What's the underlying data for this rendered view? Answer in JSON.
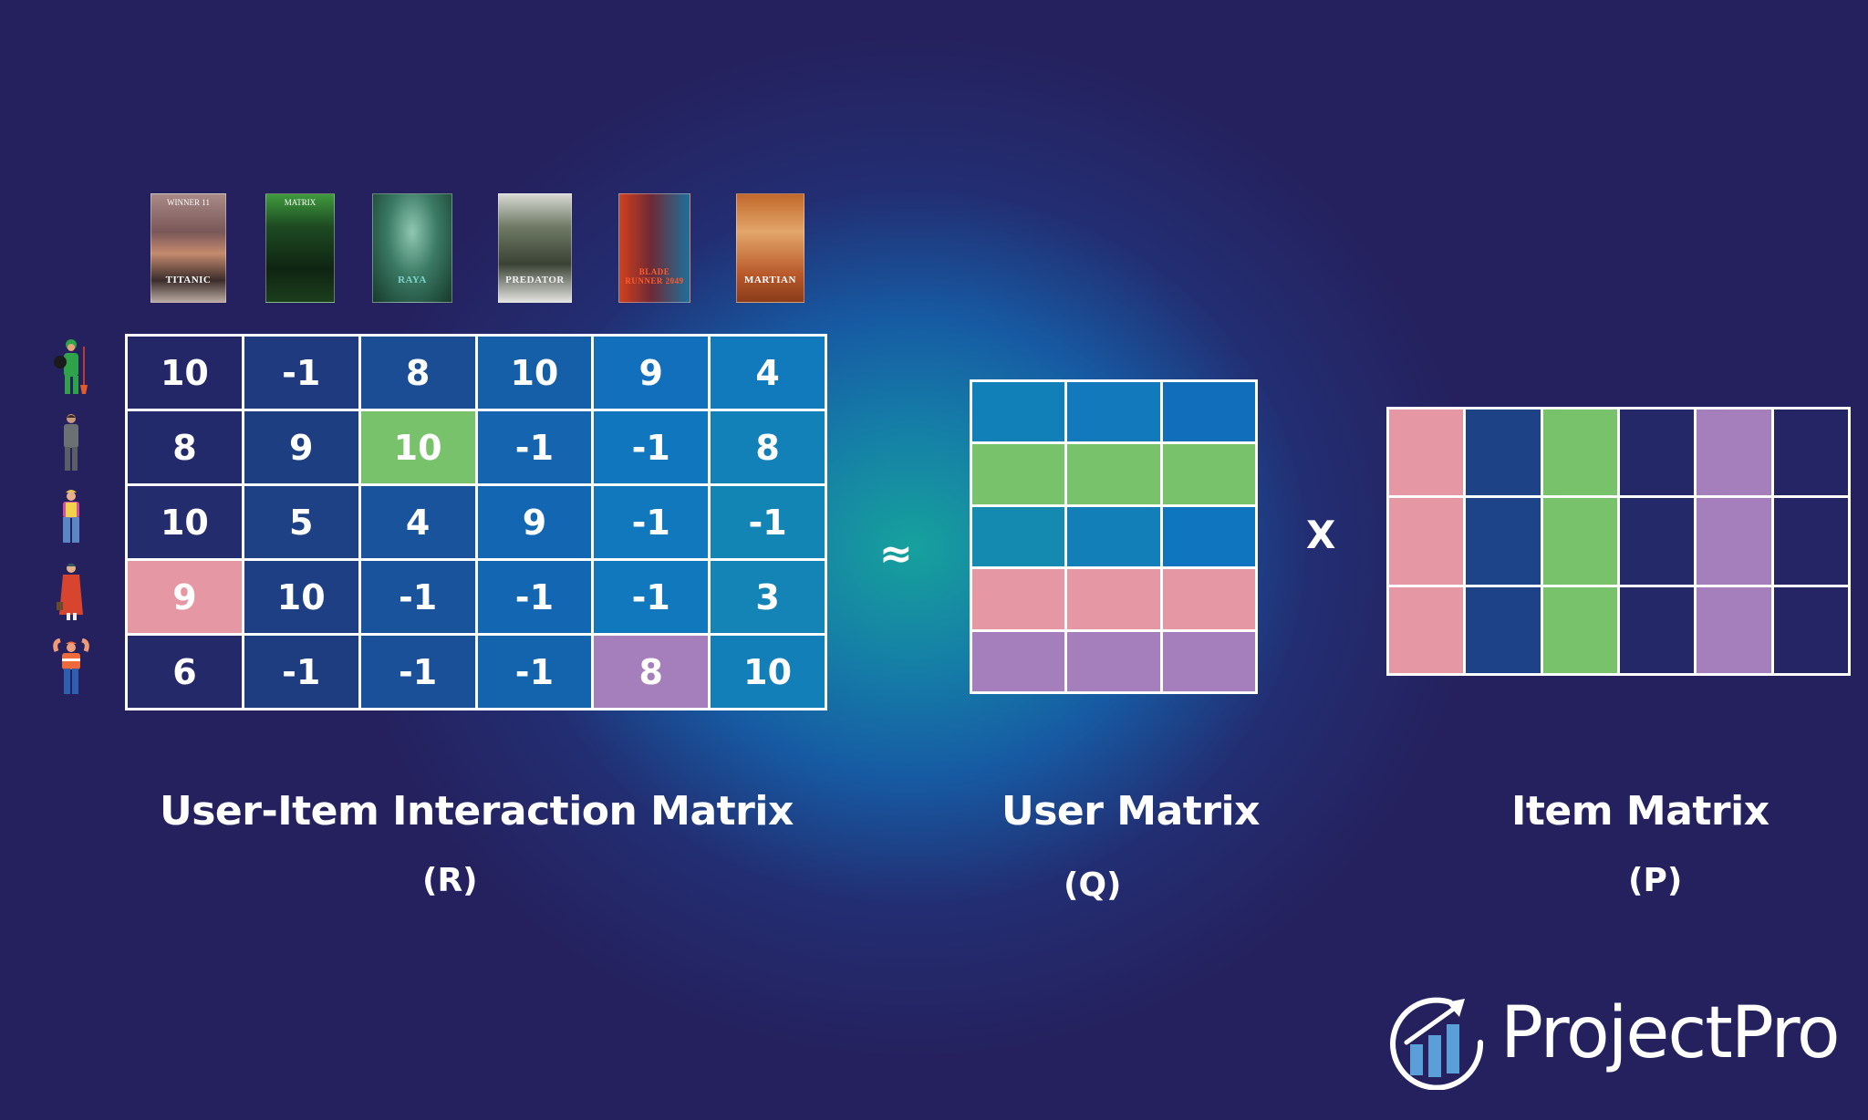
{
  "colors": {
    "background_dark": "#25215f",
    "background_glow": "#16a8a0",
    "grid_line": "#ffffff",
    "highlight_green": "#78c26b",
    "highlight_pink": "#e597a3",
    "highlight_purple": "#a47fbb",
    "logo_bars": "#5b9fd8"
  },
  "movies": [
    {
      "title": "TITANIC",
      "top_text": "WINNER 11",
      "colors": [
        "#6a4d52",
        "#c49178"
      ]
    },
    {
      "title": "MATRIX",
      "top_text": "MATRIX",
      "colors": [
        "#1f5b24",
        "#3fa03c"
      ]
    },
    {
      "title": "RAYA",
      "top_text": "",
      "colors": [
        "#1e4d3a",
        "#5fa08c"
      ]
    },
    {
      "title": "PREDATOR",
      "top_text": "",
      "colors": [
        "#54604e",
        "#c9c9c2"
      ]
    },
    {
      "title": "BLADE RUNNER 2049",
      "top_text": "",
      "colors": [
        "#c6321e",
        "#2a7ca6"
      ]
    },
    {
      "title": "MARTIAN",
      "top_text": "",
      "colors": [
        "#b85a24",
        "#e4a064"
      ]
    }
  ],
  "users": [
    {
      "name": "gardener",
      "color": "#2fa34a"
    },
    {
      "name": "businessman",
      "color": "#6c6f73"
    },
    {
      "name": "construction-worker",
      "color": "#e9c84a"
    },
    {
      "name": "traveler",
      "color": "#d8452f"
    },
    {
      "name": "strong-worker",
      "color": "#ef6a3a"
    }
  ],
  "interaction_matrix": {
    "title": "User-Item Interaction Matrix",
    "symbol": "(R)",
    "rows": [
      [
        "10",
        "-1",
        "8",
        "10",
        "9",
        "4"
      ],
      [
        "8",
        "9",
        "10",
        "-1",
        "-1",
        "8"
      ],
      [
        "10",
        "5",
        "4",
        "9",
        "-1",
        "-1"
      ],
      [
        "9",
        "10",
        "-1",
        "-1",
        "-1",
        "3"
      ],
      [
        "6",
        "-1",
        "-1",
        "-1",
        "8",
        "10"
      ]
    ],
    "highlights": [
      {
        "row": 1,
        "col": 2,
        "color": "green"
      },
      {
        "row": 3,
        "col": 0,
        "color": "pink"
      },
      {
        "row": 4,
        "col": 4,
        "color": "purple"
      }
    ]
  },
  "operators": {
    "approx": "≈",
    "times": "X"
  },
  "user_matrix": {
    "title": "User Matrix",
    "symbol": "(Q)",
    "rows": 5,
    "cols": 3,
    "row_colors": [
      "none",
      "green",
      "none",
      "pink",
      "purple"
    ]
  },
  "item_matrix": {
    "title": "Item Matrix",
    "symbol": "(P)",
    "rows": 3,
    "cols": 6,
    "col_colors": [
      "pink",
      "none",
      "green",
      "none",
      "purple",
      "none"
    ]
  },
  "logo": {
    "text": "ProjectPro"
  }
}
